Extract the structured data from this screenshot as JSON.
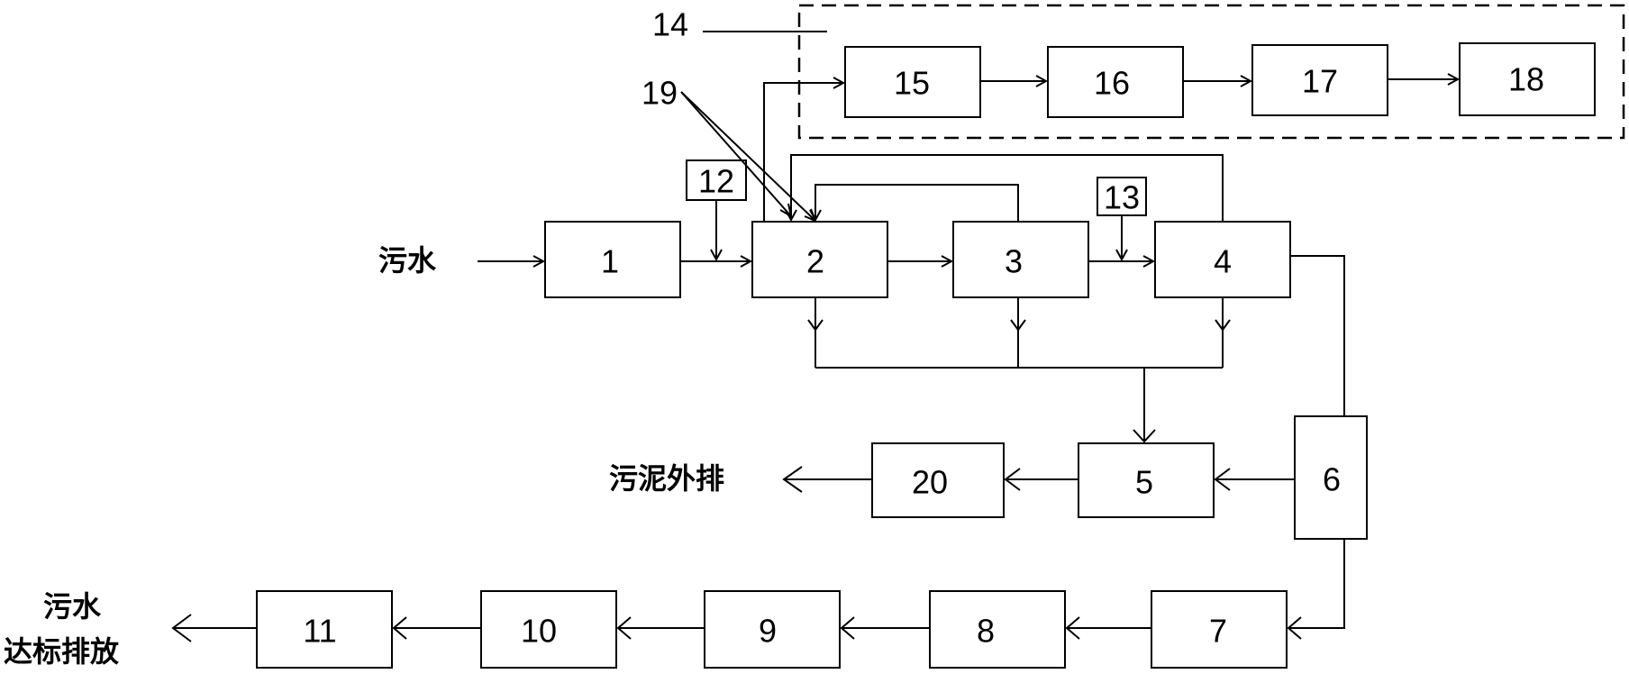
{
  "boxes": {
    "b1": "1",
    "b2": "2",
    "b3": "3",
    "b4": "4",
    "b5": "5",
    "b6": "6",
    "b7": "7",
    "b8": "8",
    "b9": "9",
    "b10": "10",
    "b11": "11",
    "b15": "15",
    "b16": "16",
    "b17": "17",
    "b18": "18",
    "b20": "20"
  },
  "markers": {
    "m12": "12",
    "m13": "13",
    "m14": "14",
    "m19": "19"
  },
  "labels": {
    "input": "污水",
    "sludge_out": "污泥外排",
    "output_line1": "污水",
    "output_line2": "达标排放"
  }
}
